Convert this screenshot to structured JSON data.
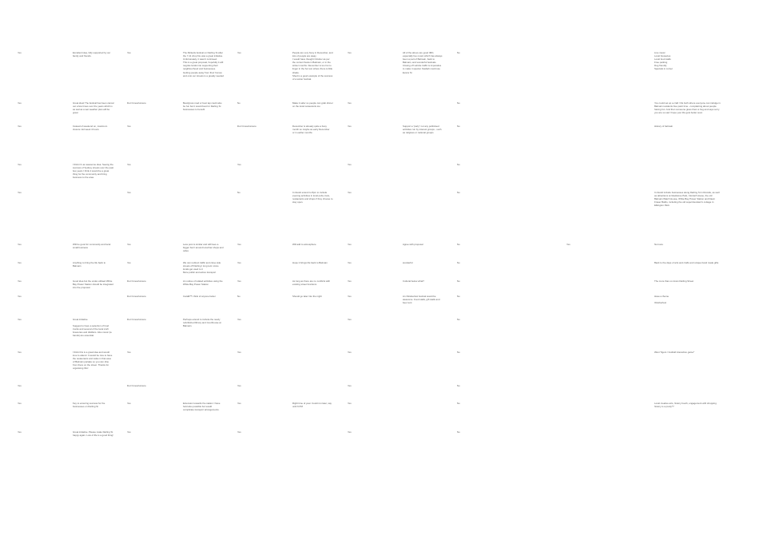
{
  "rows": [
    {
      "a": "Yes",
      "b": "Excellent idea, fully supported by our\nfamily and friends.",
      "c": "Yes",
      "d": "The Ricketts festival on Darling St after\nthe 7-11 shop fire was a great initiative.\nUnfortunately, it wasn't continued.\nThis is a great proposal, hopefully it will\nreignite locals into supporting their\nneighbourhood and businesses.\nGetting people away from their homes\nand onto our streets is a greatly needed",
      "e": "Yes",
      "f": "People are very busy in December, and\nlots of people are away.\nI would have thought October as per\nthe current fiesta in Balmain, or in the\nwinter months. December is too hot to\nlinger in the hot sun where there is little\nshade.\nShed is a good example of the success\nof a winter festival.",
      "g": "Yes",
      "h": "All of the above are good IMO,\nespecially live music which has always\nbeen a part of Balmain, back to\nBalmain, and wonderful festivals.\nClosing off vehicle traffic is imperative\nto make it special. Kasbah could use\nEvans St",
      "i": "No",
      "n": "Live music\nLocal breweries\nLocal food stalls\nFree parking\nDog friendly\nSpecials in corner"
    },
    {
      "a": "Yes",
      "b": "Great idea! The festival has been cancel\nout a few times over the years which is\nas sad as a wet weather plan will be\ngreat",
      "c": "Don't know/unsure",
      "d": "Best/gross road or best tap could also\nbe fun but it would best for Darling St\nbusinesses to benefit",
      "e": "No",
      "f": "Make it safer so people can grab dinner\non the local restaurants too",
      "g": "Yes",
      "i": "No",
      "n": "You could set up a craft / life both where everyone can indulge in\nBalmain residents free paint time - complaining about people\nhaving fun. And then someone gives them a hug and says sorry\nyou are so sad I hope your life gets better soon"
    },
    {
      "a": "Yes",
      "b": "Instead of weekend on, maximum\nclosure mid week 4 hours",
      "c": "Yes",
      "e": "Don't know/unsure",
      "f": "December is already quite a busy\nmonth so maybe as early December\nor in earlier months",
      "g": "Yes",
      "h": "Support a \"party\" not any politicised\nactivities run by interest groups - such\nas religious or national groups",
      "i": "No",
      "n": "History of balmain"
    },
    {
      "a": "Yes",
      "b": "I think it's an awesome idea. Seeing the\nsuccess of Sydney streets over the past\nfew years I think it would be a great\nthing for the community and bring\nbusiness to the area.",
      "c": "Yes",
      "e": "Yes",
      "g": "Yes",
      "i": "No"
    },
    {
      "a": "Yes",
      "c": "Yes",
      "e": "No",
      "f": "It should extend to 8pm to include\nevening activities in local pubs, bars,\nrestaurants and shops if they choose to\nstay open.",
      "g": "Yes",
      "i": "No",
      "n": "It should include businesses along Darling St in Rozelle, as well\nas attractions at Gladstone Park, Clontarf House, the old\nBalmain Watch House, White Bay Power Station and Dawn\nFraser Baths, including the old superintendent's cottage in\nElkington Park."
    },
    {
      "a": "Yes",
      "b": "Will be good for community and local\nsmall business",
      "c": "Yes",
      "d": "Less post is similar and will have a\nbigger buzz around local bar shops and\ncafes",
      "e": "Yes",
      "f": "Will add to atmosphere",
      "g": "Yes",
      "h": "Agree with proposal",
      "i": "No",
      "k": "Yes",
      "n": "Not sure"
    },
    {
      "a": "Yes",
      "b": "Anything to bring the life back to\nBalmain",
      "c": "Yes",
      "d": "We can redirect traffic and close side\nstreets off Darling I long term since\nlocals get used to it\nMore public and active transport",
      "e": "Yes",
      "f": "Hope it brings life back to Balmain",
      "g": "Yes",
      "h": "wonderful",
      "i": "No",
      "n": "Back to the days of arts and crafts and unique band made gifts"
    },
    {
      "a": "Yes",
      "b": "Good idea but the under-utilised White\nBay Power Station should be integrated\ninto the proposal.",
      "c": "Don't know/unsure",
      "d": "An undoe of related activities using the\nWhite Bay Power Station",
      "e": "Yes",
      "f": "As long as there are no conflicts with\nexisting street functions",
      "g": "Yes",
      "h": "Cultural below what?",
      "i": "No",
      "n": "The more than on down Darling Street"
    },
    {
      "a": "Yes",
      "c": "Don't know/unsure",
      "d": "Canâ€™t think of anyone better",
      "e": "No",
      "f": "Should go later into the night",
      "g": "Yes",
      "h": "An Oktoberfest festival would be\nawesome. Food stalls, gift stalls and\nbeer tent",
      "i": "No",
      "n": "Have a theme\n\nOktoberfest"
    },
    {
      "a": "Yes",
      "b": "Great initiative.\n\nSuggest to have a selection of food\ntrucks and several of the local craft\nbreweries and distillers. Also music (ie\nbands) are essential.",
      "c": "Don't know/unsure",
      "d": "Perhaps extend to include the newly\nrefurbished library and Courthouse at\nBalmain.",
      "e": "Yes",
      "g": "Yes",
      "i": "No"
    },
    {
      "a": "Yes",
      "b": "I think this is a great idea and would\nlove to attend. It would be nice to have\nthe restaurants and cafes in that area\nof Balmain partake so you can dine\nfrom there on the street. Thanks for\norganising this!",
      "c": "Yes",
      "e": "Yes",
      "g": "Yes",
      "i": "No",
      "n": "West Tigers / football interactive game*"
    },
    {
      "a": "Yes",
      "c": "Don't know/unsure",
      "e": "Yes",
      "g": "Yes",
      "i": "No"
    },
    {
      "a": "Yes",
      "b": "Key to ensuring success for the\nbusinesses on Darling St",
      "c": "Yes",
      "d": "Extension towards the station I have\nheld also possible but would\ncomplicate transport arrangements.",
      "e": "Yes",
      "f": "Right time of year. Could run later, say\nuntil 6 PM",
      "g": "Yes",
      "i": "No",
      "n": "Local creative arts, history booth, engagement with shopping\nhistory is a pretty*?"
    },
    {
      "a": "Yes",
      "b": "Great initiative. Please make Darling St\nhappy again. Lots of life is a good thing!",
      "c": "Yes",
      "e": "Yes",
      "g": "Yes",
      "i": "No"
    }
  ]
}
